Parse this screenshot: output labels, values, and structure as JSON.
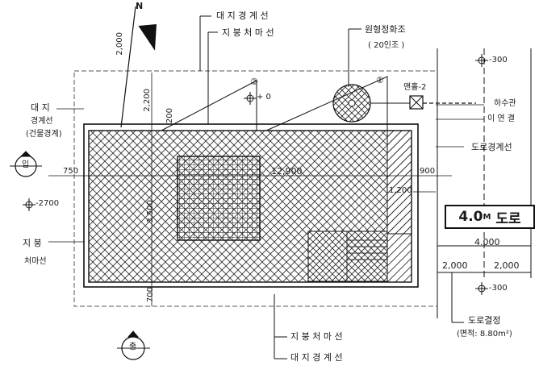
{
  "north_label": "N",
  "labels": {
    "boundary_top": "대 지 경 계 선",
    "setback_top": "지 붕 처 마 선",
    "landscape_area": "원형정화조",
    "landscape_count": "( 20인조 )",
    "num_1": "①",
    "num_2": "②",
    "valve": "맨홀-2",
    "drain": "하수관",
    "joint_line": "이 연 결",
    "road_boundary": "도로경계선",
    "site_left_1": "대 지",
    "site_left_2": "경계선",
    "site_left_3": "(건물경계)",
    "roof_left_1": "지 붕",
    "roof_left_2": "처마선",
    "road_name": "4.0",
    "road_unit": "M",
    "road_word": "도로",
    "road_width": "4.000",
    "half_left": "2,000",
    "half_right": "2,000",
    "road_encroach": "도로결정",
    "road_area": "(면적: 8.80m²)",
    "setback_bottom": "지 붕 처 마 선",
    "boundary_bottom": "대 지 경 계 선"
  },
  "dimensions": {
    "d2000": "2,000",
    "d2200": "2,200",
    "d200": "200",
    "d750": "750",
    "d12900": "12,900",
    "d900": "900",
    "d1200": "1,200",
    "d3500": "3,500",
    "d700": "700",
    "level_left": "-2700",
    "level_mid": "+ 0",
    "level_r1": "-300",
    "level_r2": "-300"
  },
  "markers": {
    "west_marker": "입",
    "south_marker": "출"
  }
}
